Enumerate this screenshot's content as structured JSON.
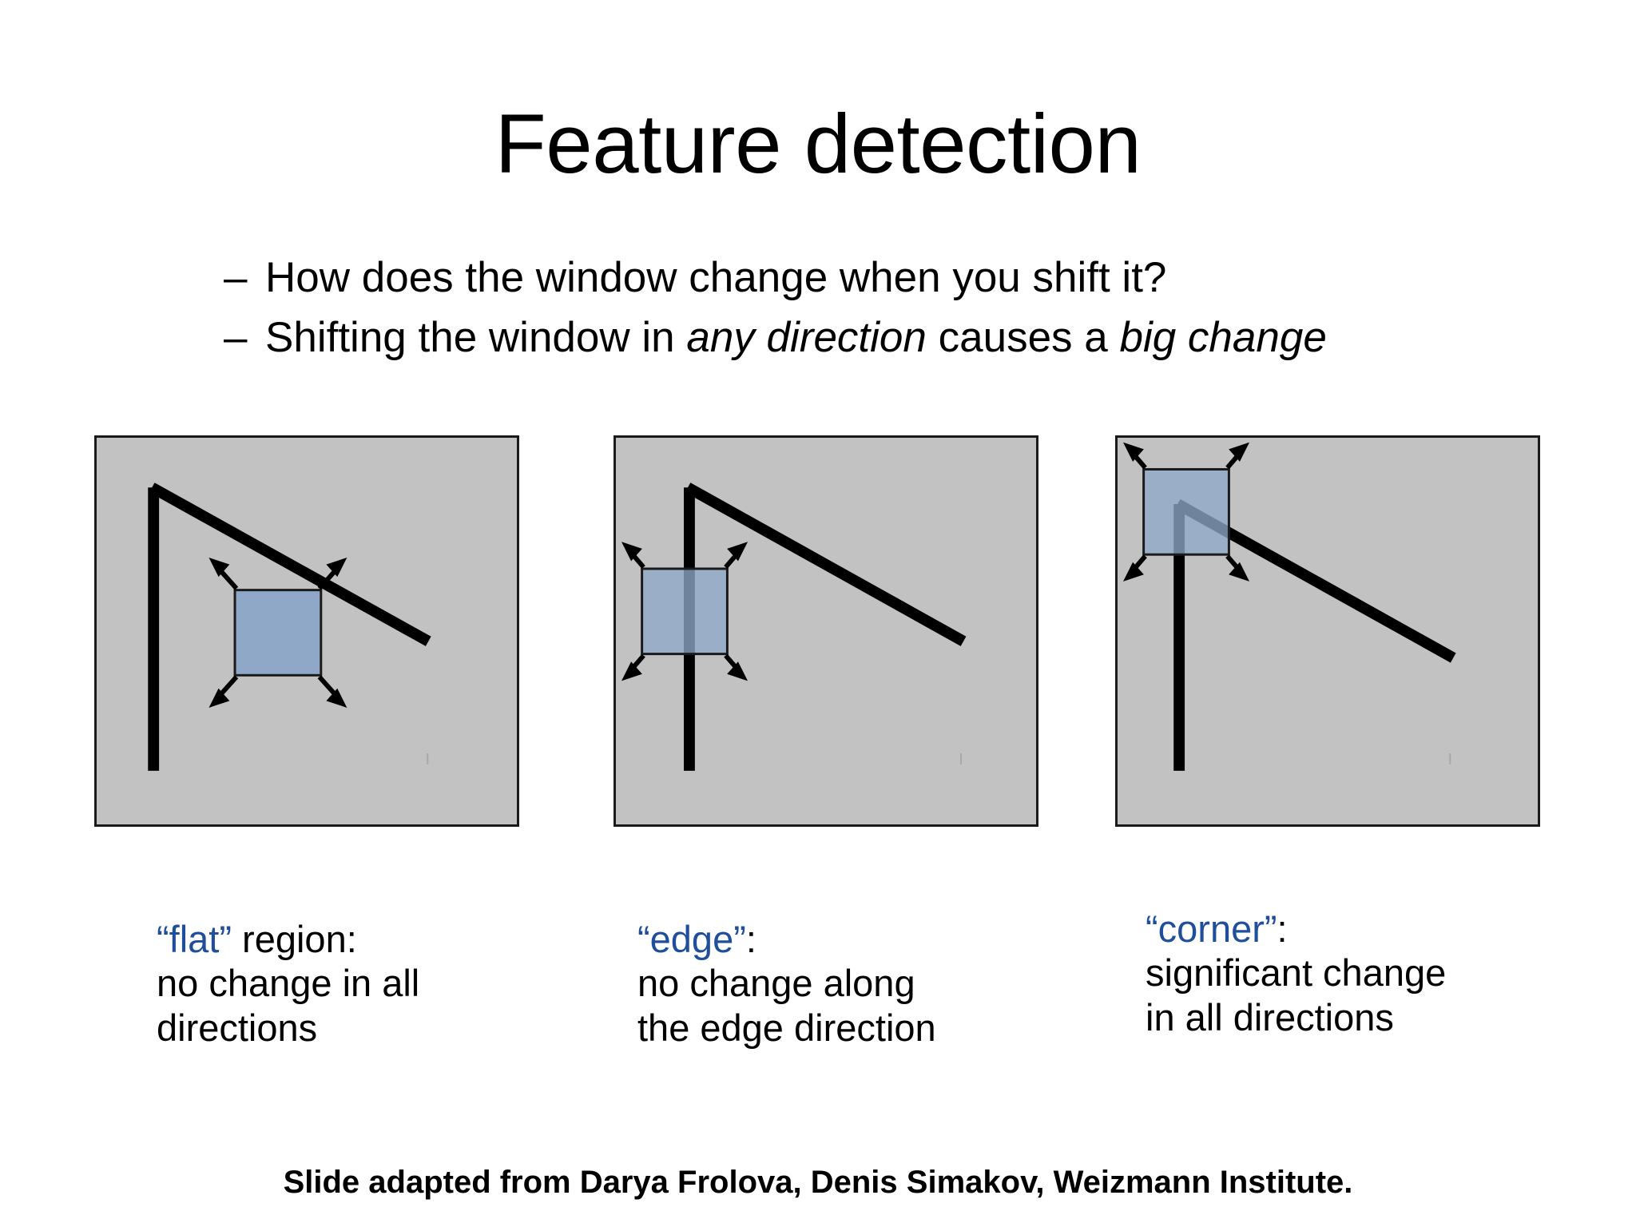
{
  "slide": {
    "title": "Feature detection",
    "bullet_marker": "–",
    "bullets": [
      {
        "parts": [
          {
            "text": "How does the window change when you shift it?",
            "italic": false
          }
        ]
      },
      {
        "parts": [
          {
            "text": "Shifting the window in ",
            "italic": false
          },
          {
            "text": "any direction",
            "italic": true
          },
          {
            "text": " causes a ",
            "italic": false
          },
          {
            "text": "big change",
            "italic": true
          }
        ]
      }
    ],
    "footer": "Slide adapted from Darya Frolova, Denis Simakov, Weizmann Institute."
  },
  "colors": {
    "panel_background": "#c2c2c2",
    "panel_border": "#1a1a1a",
    "window_fill": "#8fa8c8",
    "window_stroke": "#1a1a1a",
    "line_stroke": "#000000",
    "keyword_blue": "#1f4e9c",
    "text_black": "#000000",
    "slide_background": "#ffffff"
  },
  "panels": [
    {
      "id": "flat",
      "name": "flat-region-panel",
      "window_position": "center-below-lines",
      "arrows": 4,
      "caption": {
        "keyword": "“flat”",
        "head_rest": " region:",
        "body_lines": [
          "no change in all",
          "directions"
        ]
      }
    },
    {
      "id": "edge",
      "name": "edge-panel",
      "window_position": "on-vertical-line",
      "arrows": 4,
      "caption": {
        "keyword": "“edge”",
        "head_rest": ":",
        "body_lines": [
          "no change along",
          "the edge direction"
        ]
      }
    },
    {
      "id": "corner",
      "name": "corner-panel",
      "window_position": "on-corner-junction",
      "arrows": 4,
      "caption": {
        "keyword": "“corner”",
        "head_rest": ":",
        "body_lines": [
          "significant change",
          "in all directions"
        ]
      }
    }
  ]
}
